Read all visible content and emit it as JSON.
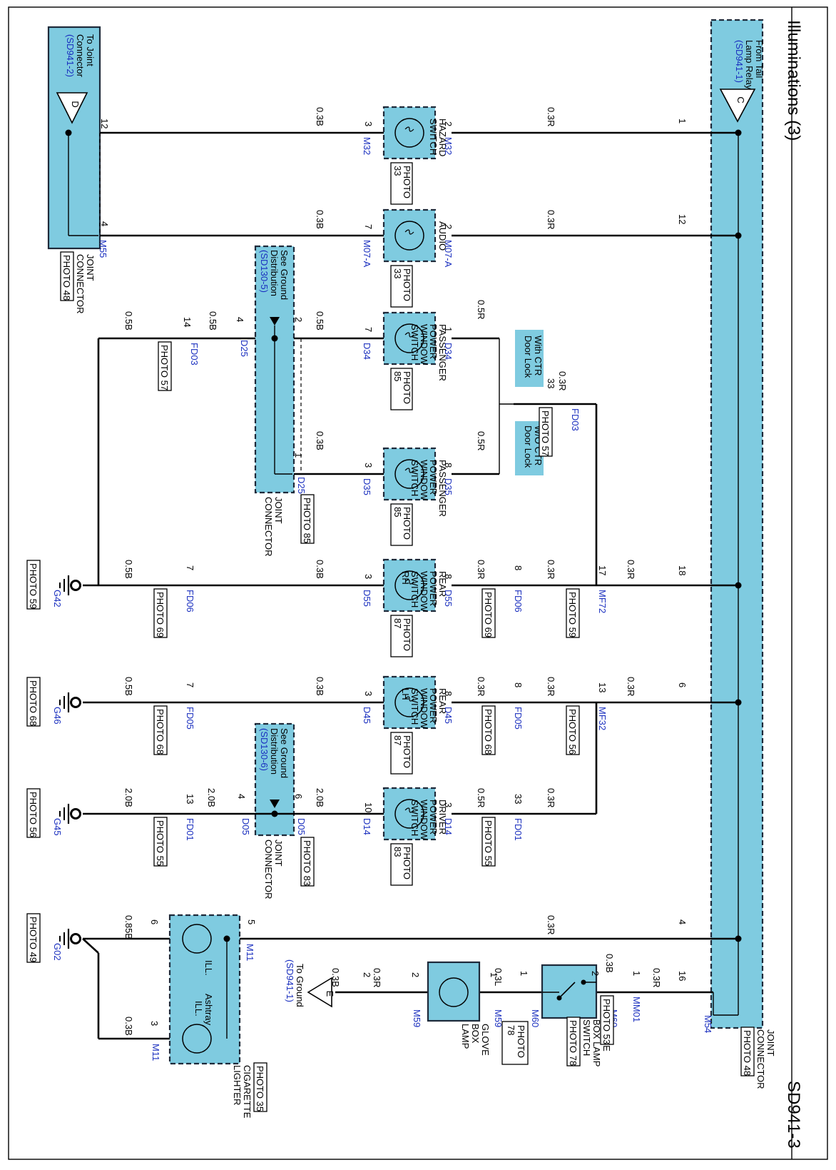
{
  "page": {
    "title": "Illuminations (3)",
    "code": "SD941-3"
  },
  "main_connector": {
    "lines": [
      "From Tail",
      "Lamp Relay"
    ],
    "ref": "(SD941-1)",
    "letter": "C",
    "name_lines": [
      "JOINT",
      "CONNECTOR"
    ],
    "photo": "PHOTO 48",
    "conn": "M54"
  },
  "joint_left": {
    "lines": [
      "To Joint",
      "Connector"
    ],
    "ref": "(SD941-2)",
    "letter": "D",
    "name_lines": [
      "JOINT",
      "CONNECTOR"
    ],
    "photo": "PHOTO 48",
    "conn": "M55"
  },
  "ground_dist_1": {
    "lines": [
      "See Ground",
      "Distribution"
    ],
    "ref": "(SD130-5)",
    "name_lines": [
      "JOINT",
      "CONNECTOR"
    ],
    "photo": "PHOTO 85"
  },
  "ground_dist_2": {
    "lines": [
      "See Ground",
      "Distribution"
    ],
    "ref": "(SD130-6)",
    "name_lines": [
      "JOINT",
      "CONNECTOR"
    ],
    "photo": "PHOTO 83"
  },
  "door_lock_tags": {
    "with_ctr": [
      "With CTR",
      "Door Lock"
    ],
    "wo_ctr": [
      "W/O CTR",
      "Door Lock"
    ]
  },
  "to_ground": {
    "lines": [
      "To Ground"
    ],
    "ref": "(SD941-1)",
    "letter": "E"
  },
  "components": [
    {
      "id": "hazard",
      "name_lines": [
        "HAZARD",
        "SWITCH"
      ],
      "photo": [
        "PHOTO",
        "33"
      ],
      "conn_r": "M32",
      "pin_r": "2",
      "conn_l": "M32",
      "pin_l": "3"
    },
    {
      "id": "audio",
      "name_lines": [
        "AUDIO"
      ],
      "photo": [
        "PHOTO",
        "33"
      ],
      "conn_r": "M07-A",
      "pin_r": "2",
      "conn_l": "M07-A",
      "pin_l": "7"
    },
    {
      "id": "pwr-win-pass-1",
      "name_lines": [
        "PASSENGER",
        "POWER",
        "WINDOW",
        "SWITCH"
      ],
      "photo": [
        "PHOTO",
        "85"
      ],
      "conn_r": "D34",
      "pin_r": "1",
      "conn_l": "D34",
      "pin_l": "7"
    },
    {
      "id": "pwr-win-pass-2",
      "name_lines": [
        "PASSENGER",
        "POWER",
        "WINDOW",
        "SWITCH"
      ],
      "photo": [
        "PHOTO",
        "85"
      ],
      "conn_r": "D35",
      "pin_r": "8",
      "conn_l": "D35",
      "pin_l": "3"
    },
    {
      "id": "pwr-win-rear-rh",
      "name_lines": [
        "REAR",
        "POWER",
        "WINDOW",
        "SWITCH",
        "RH"
      ],
      "photo": [
        "PHOTO",
        "87"
      ],
      "conn_r": "D55",
      "pin_r": "8",
      "conn_l": "D55",
      "pin_l": "3"
    },
    {
      "id": "pwr-win-rear-lh",
      "name_lines": [
        "REAR",
        "POWER",
        "WINDOW",
        "SWITCH",
        "LH"
      ],
      "photo": [
        "PHOTO",
        "87"
      ],
      "conn_r": "D45",
      "pin_r": "8",
      "conn_l": "D45",
      "pin_l": "3"
    },
    {
      "id": "pwr-win-driver",
      "name_lines": [
        "DRIVER",
        "POWER",
        "WINDOW",
        "SWITCH"
      ],
      "photo": [
        "PHOTO",
        "83"
      ],
      "conn_r": "D14",
      "pin_r": "3",
      "conn_l": "D14",
      "pin_l": "10"
    }
  ],
  "cig_lighter": {
    "name_lines": [
      "CIGARETTE",
      "LIGHTER"
    ],
    "photo": "PHOTO 35",
    "ill": "ILL.",
    "ashtray": [
      "Ashtray",
      "ILL."
    ],
    "conn": "M11"
  },
  "glove_box_switch": {
    "name_lines": [
      "GLOVE",
      "BOX LAMP",
      "SWITCH"
    ],
    "photo": "PHOTO 78",
    "conn": "M60"
  },
  "glove_box_lamp": {
    "name_lines": [
      "GLOVE",
      "BOX",
      "LAMP"
    ],
    "photo": [
      "PHOTO",
      "78"
    ],
    "conn": "M59"
  },
  "grounds": [
    {
      "id": "G42",
      "photo": "PHOTO 59"
    },
    {
      "id": "G46",
      "photo": "PHOTO 68"
    },
    {
      "id": "G45",
      "photo": "PHOTO 56"
    },
    {
      "id": "G02",
      "photo": "PHOTO 49"
    }
  ],
  "inline_connectors": [
    {
      "id": "FD03a",
      "conn": "FD03",
      "photo": "PHOTO 57"
    },
    {
      "id": "FD03b",
      "conn": "FD03",
      "photo": "PHOTO 57"
    },
    {
      "id": "FD06",
      "conn": "FD06",
      "photo": "PHOTO 69"
    },
    {
      "id": "MF72",
      "conn": "MF72",
      "photo": "PHOTO 59"
    },
    {
      "id": "FD05",
      "conn": "FD05",
      "photo": "PHOTO 68"
    },
    {
      "id": "MF32",
      "conn": "MF32",
      "photo": "PHOTO 56"
    },
    {
      "id": "FD01",
      "conn": "FD01",
      "photo": "PHOTO 55"
    },
    {
      "id": "MM01",
      "conn": "MM01",
      "photo": "PHOTO 53"
    }
  ],
  "wire_labels": {
    "r03": "0.3R",
    "b03": "0.3B",
    "b05": "0.5B",
    "r05": "0.5R",
    "b20": "2.0B",
    "b085": "0.85B",
    "l03": "0.3L"
  },
  "connector_labels": {
    "d25": "D25",
    "d05": "D05",
    "g_fd06": "FD06",
    "g_fd05": "FD05",
    "g_fd01": "FD01"
  },
  "pins": {
    "p1": "1",
    "p2": "2",
    "p3": "3",
    "p4": "4",
    "p5": "5",
    "p6": "6",
    "p7": "7",
    "p8": "8",
    "p10": "10",
    "p12": "12",
    "p13": "13",
    "p14": "14",
    "p16": "16",
    "p17": "17",
    "p18": "18",
    "p33": "33"
  },
  "colors": {
    "box_fill": "#7fcbe0",
    "connector_text": "#1a2fbf"
  }
}
